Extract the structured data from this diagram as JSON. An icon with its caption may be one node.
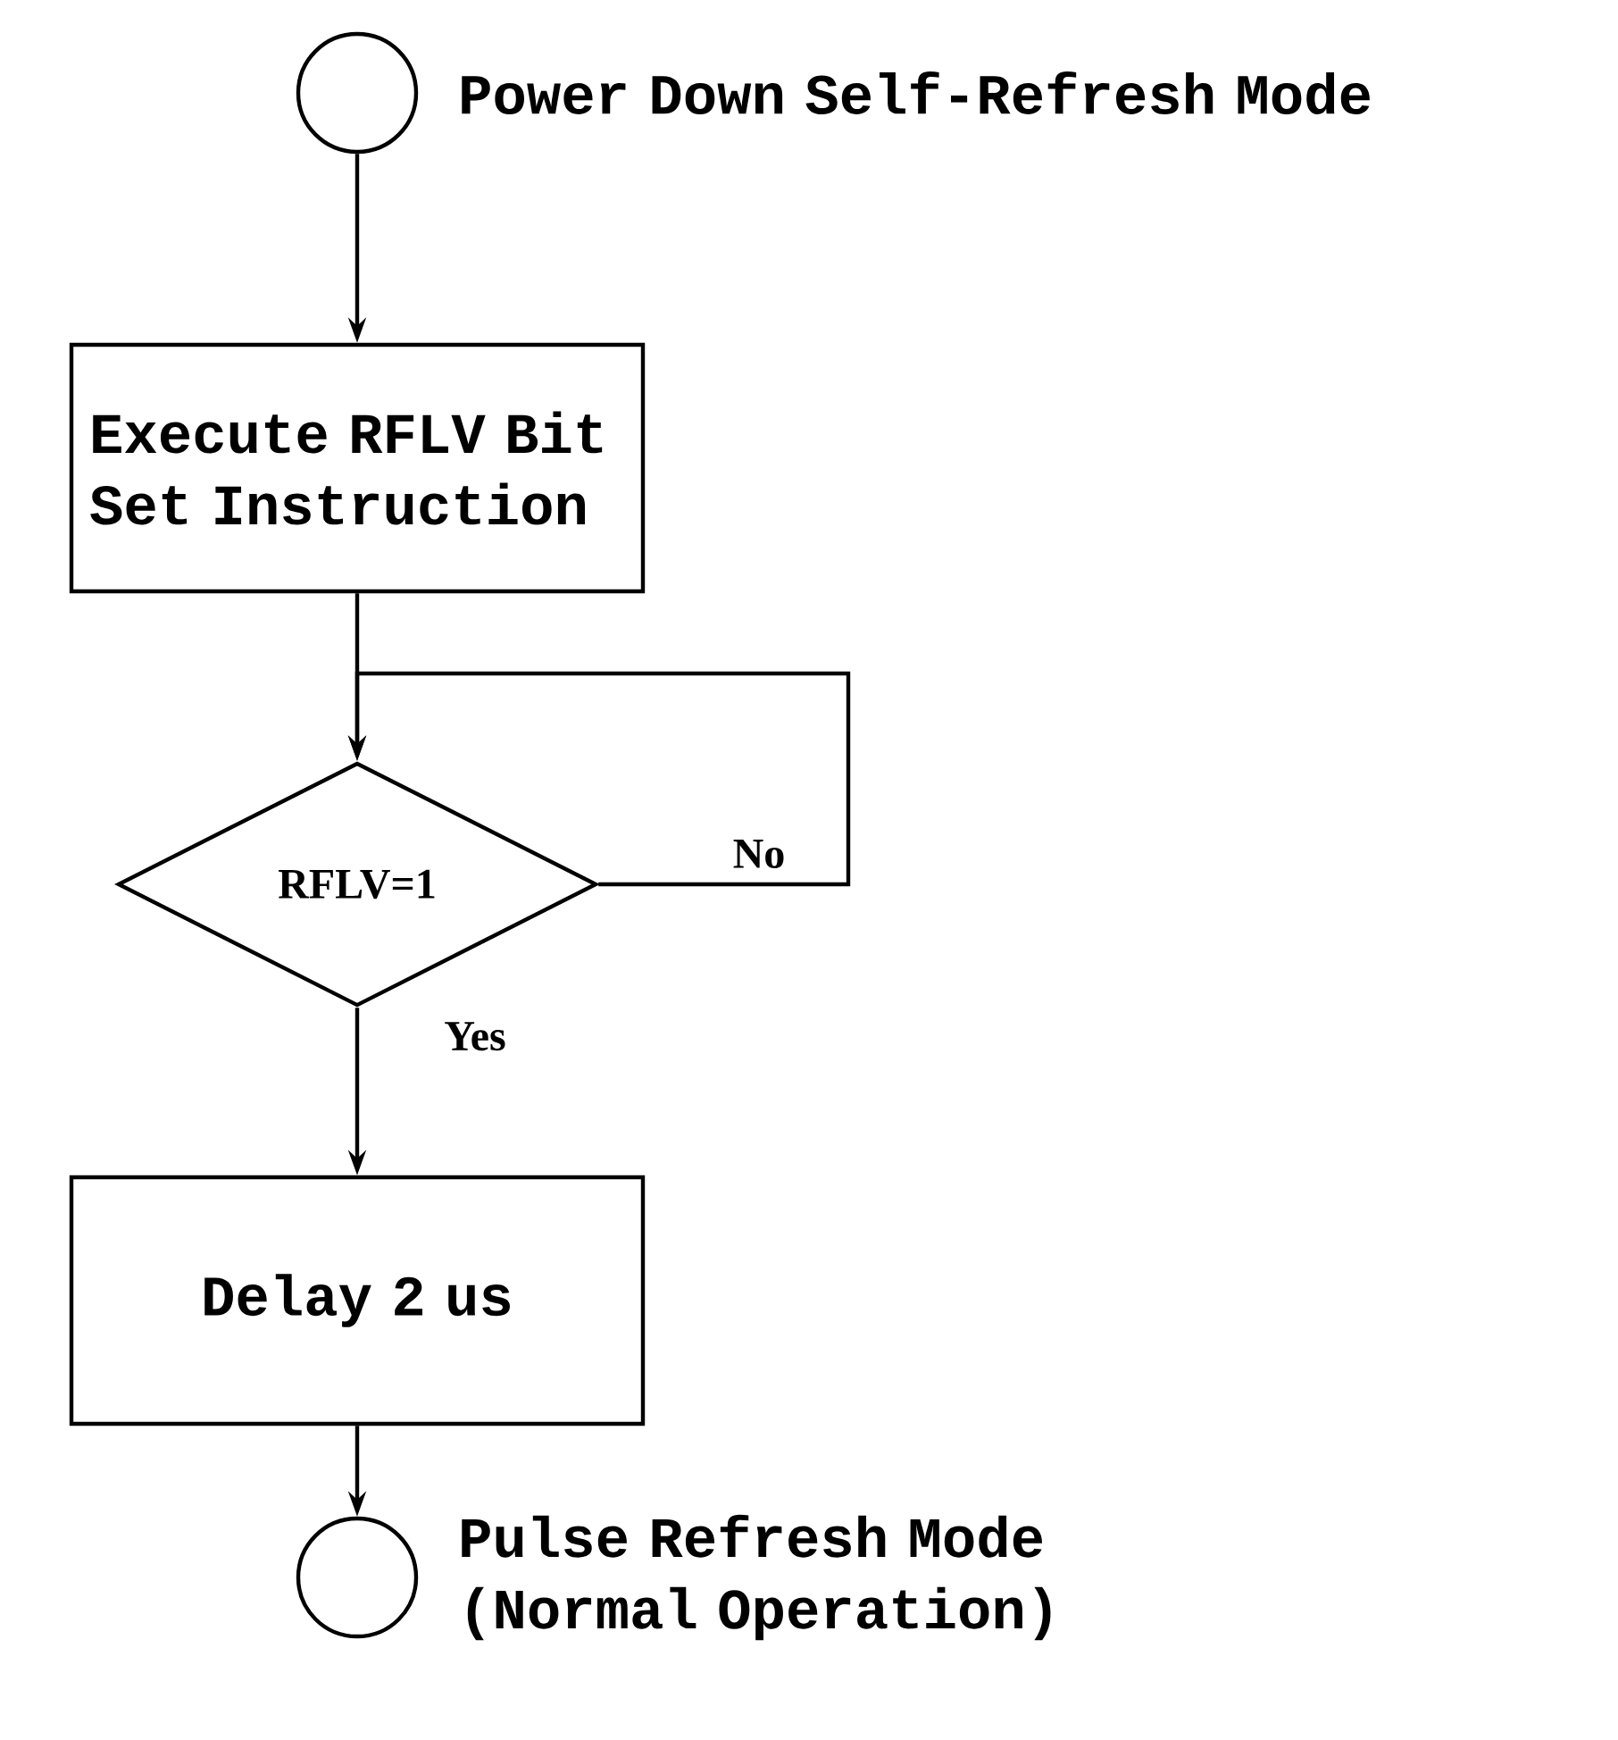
{
  "diagram": {
    "nodes": [
      {
        "text": [],
        "shape": "circle",
        "beside": [
          "Power Down Self-Refresh Mode"
        ]
      },
      {
        "text": [
          "Execute RFLV Bit Set Instruction"
        ]
      },
      {
        "text": [
          "RFLV=1"
        ]
      },
      {
        "text": [
          "Delay 2 us"
        ]
      },
      {
        "text": [],
        "shape": "circle",
        "beside": [
          "Pulse Refresh Mode (Normal Operation)"
        ]
      }
    ],
    "edges": [
      {
        "from": 0,
        "to": 1,
        "arrow": "to"
      },
      {
        "from": 1,
        "to": 2,
        "arrow": "to"
      },
      {
        "from": 2,
        "to": 2,
        "arrow": "to",
        "label": "No"
      },
      {
        "from": 2,
        "to": 3,
        "arrow": "to",
        "label": "Yes"
      },
      {
        "from": 3,
        "to": 4,
        "arrow": "to"
      }
    ]
  }
}
